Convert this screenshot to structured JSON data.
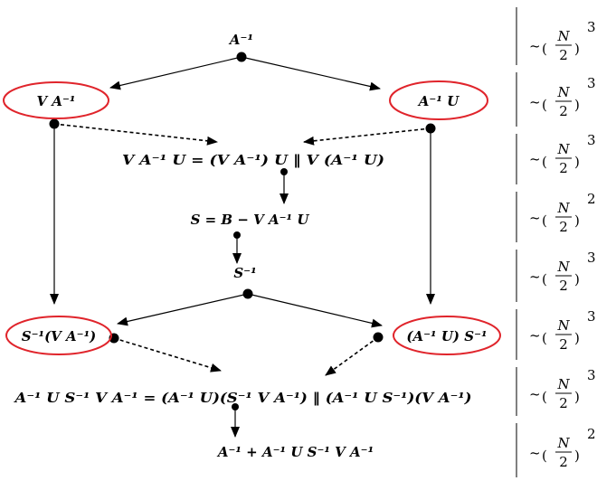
{
  "nodes": {
    "a_inv": "A⁻¹",
    "v_a_inv": "V A⁻¹",
    "a_inv_u": "A⁻¹ U",
    "v_a_inv_u_eq": "V A⁻¹ U = (V A⁻¹) U ‖ V (A⁻¹ U)",
    "schur": "S = B − V A⁻¹ U",
    "s_inv": "S⁻¹",
    "s_inv_v_a_inv": "S⁻¹(V A⁻¹)",
    "a_inv_u_s_inv": "(A⁻¹ U) S⁻¹",
    "product_eq": "A⁻¹ U S⁻¹ V A⁻¹ = (A⁻¹ U)(S⁻¹ V A⁻¹) ‖ (A⁻¹ U S⁻¹)(V A⁻¹)",
    "final_sum": "A⁻¹ + A⁻¹ U S⁻¹ V A⁻¹"
  },
  "costs": [
    {
      "frac_top": "N",
      "frac_bottom": "2",
      "exp": "3"
    },
    {
      "frac_top": "N",
      "frac_bottom": "2",
      "exp": "3"
    },
    {
      "frac_top": "N",
      "frac_bottom": "2",
      "exp": "3"
    },
    {
      "frac_top": "N",
      "frac_bottom": "2",
      "exp": "2"
    },
    {
      "frac_top": "N",
      "frac_bottom": "2",
      "exp": "3"
    },
    {
      "frac_top": "N",
      "frac_bottom": "2",
      "exp": "3"
    },
    {
      "frac_top": "N",
      "frac_bottom": "2",
      "exp": "3"
    },
    {
      "frac_top": "N",
      "frac_bottom": "2",
      "exp": "2"
    }
  ],
  "cost_prefix": "~",
  "colors": {
    "highlight": "#e0242b",
    "line": "#000000"
  }
}
